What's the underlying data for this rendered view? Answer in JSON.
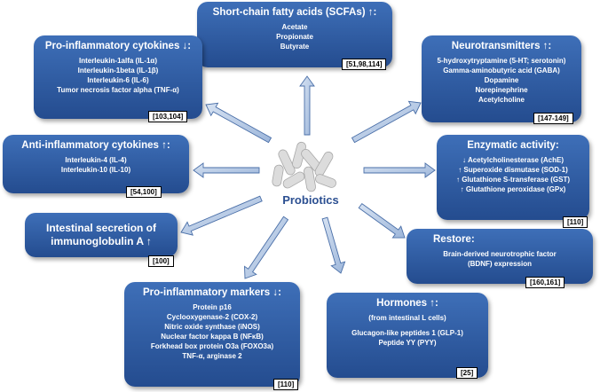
{
  "center": {
    "label": "Probiotics"
  },
  "boxes": [
    {
      "id": "scfa",
      "title": "Short-chain fatty acids (SCFAs) ↑:",
      "items": [
        "Acetate",
        "Propionate",
        "Butyrate"
      ],
      "ref": "[51,98,114]"
    },
    {
      "id": "proinf-cyt",
      "title": "Pro-inflammatory cytokines ↓:",
      "items": [
        "Interleukin-1alfa (IL-1α)",
        "Interleukin-1beta (IL-1β)",
        "Interleukin-6 (IL-6)",
        "Tumor necrosis factor alpha (TNF-α)"
      ],
      "ref": "[103,104]"
    },
    {
      "id": "neuro",
      "title": "Neurotransmitters ↑:",
      "items": [
        "5-hydroxytryptamine (5-HT; serotonin)",
        "Gamma-aminobutyric acid (GABA)",
        "Dopamine",
        "Norepinephrine",
        "Acetylcholine"
      ],
      "ref": "[147-149]"
    },
    {
      "id": "antiinf",
      "title": "Anti-inflammatory cytokines ↑:",
      "items": [
        "Interleukin-4 (IL-4)",
        "Interleukin-10 (IL-10)"
      ],
      "ref": "[54,100]"
    },
    {
      "id": "enzyme",
      "title": "Enzymatic activity:",
      "items": [
        "↓ Acetylcholinesterase (AchE)",
        "↑ Superoxide dismutase (SOD-1)",
        "↑ Glutathione S-transferase (GST)",
        "↑ Glutathione peroxidase (GPx)"
      ],
      "ref": "[110]"
    },
    {
      "id": "iga",
      "title": "Intestinal secretion of immunoglobulin A ↑",
      "items": [],
      "ref": "[100]"
    },
    {
      "id": "restore",
      "title": "Restore:",
      "items": [
        "Brain-derived neurotrophic factor",
        "(BDNF) expression"
      ],
      "ref": "[160,161]"
    },
    {
      "id": "markers",
      "title": "Pro-inflammatory markers ↓:",
      "items": [
        "Protein p16",
        "Cyclooxygenase-2 (COX-2)",
        "Nitric oxide synthase (iNOS)",
        "Nuclear factor kappa B (NFκB)",
        "Forkhead box protein O3a (FOXO3a)",
        "TNF-α, arginase 2"
      ],
      "ref": "[110]"
    },
    {
      "id": "hormones",
      "title": "Hormones ↑:",
      "items": [
        "(from intestinal L cells)",
        "Glucagon-like peptides 1 (GLP-1)",
        "Peptide YY (PYY)"
      ],
      "ref": "[25]"
    }
  ]
}
